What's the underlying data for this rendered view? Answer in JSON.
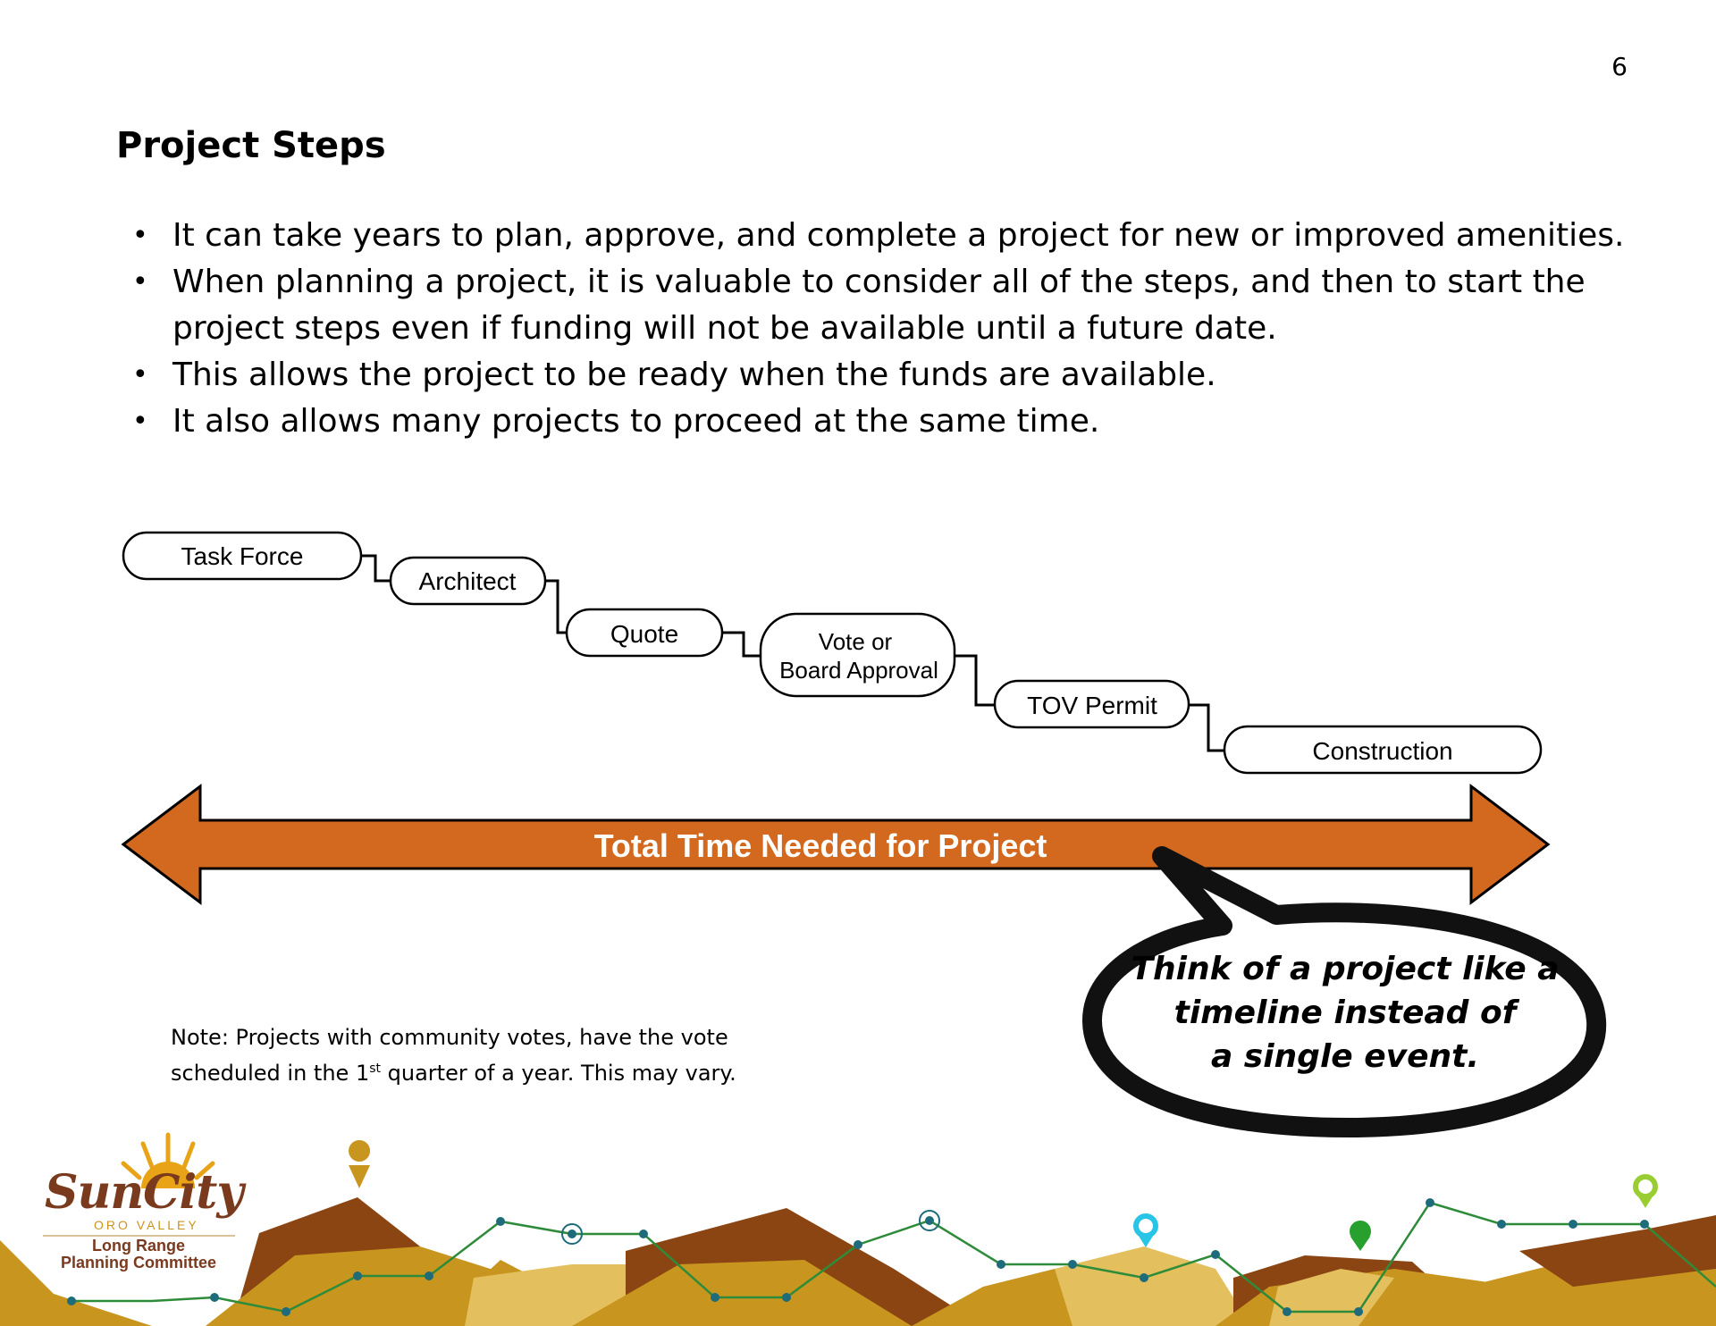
{
  "page_number": "6",
  "title": "Project Steps",
  "bullets": [
    "It can take years to plan, approve, and complete a project for new or improved amenities.",
    "When planning a project, it is valuable to consider all of the steps, and then to start the project steps even if funding will not be available until a future date.",
    "This allows the project to be ready when the funds are available.",
    "It also allows many projects to proceed at the same time."
  ],
  "steps": {
    "task_force": "Task Force",
    "architect": "Architect",
    "quote": "Quote",
    "vote_line1": "Vote or",
    "vote_line2": "Board Approval",
    "tov_permit": "TOV Permit",
    "construction": "Construction"
  },
  "arrow_label": "Total Time Needed for Project",
  "bubble": {
    "line1": "Think of a project like a",
    "line2": "timeline instead of",
    "line3": "a single event."
  },
  "note": {
    "line1": "Note: Projects with community votes, have the vote",
    "line2_prefix": "scheduled in the 1",
    "line2_sup": "st",
    "line2_suffix": " quarter of a year. This may vary."
  },
  "logo": {
    "name": "SunCity",
    "sub": "ORO VALLEY",
    "committee_line1": "Long Range",
    "committee_line2": "Planning Committee"
  },
  "colors": {
    "arrow_orange": "#D2691E",
    "mountain_dark": "#8B4513",
    "mountain_mid": "#C8951E",
    "mountain_light": "#E3BF5E",
    "line_green": "#2E8B3A",
    "marker_teal": "#1E6B7B",
    "pin_gold": "#C8951E",
    "pin_cyan": "#29C5E6",
    "pin_green": "#27A02E",
    "pin_lime": "#9ACD32"
  }
}
